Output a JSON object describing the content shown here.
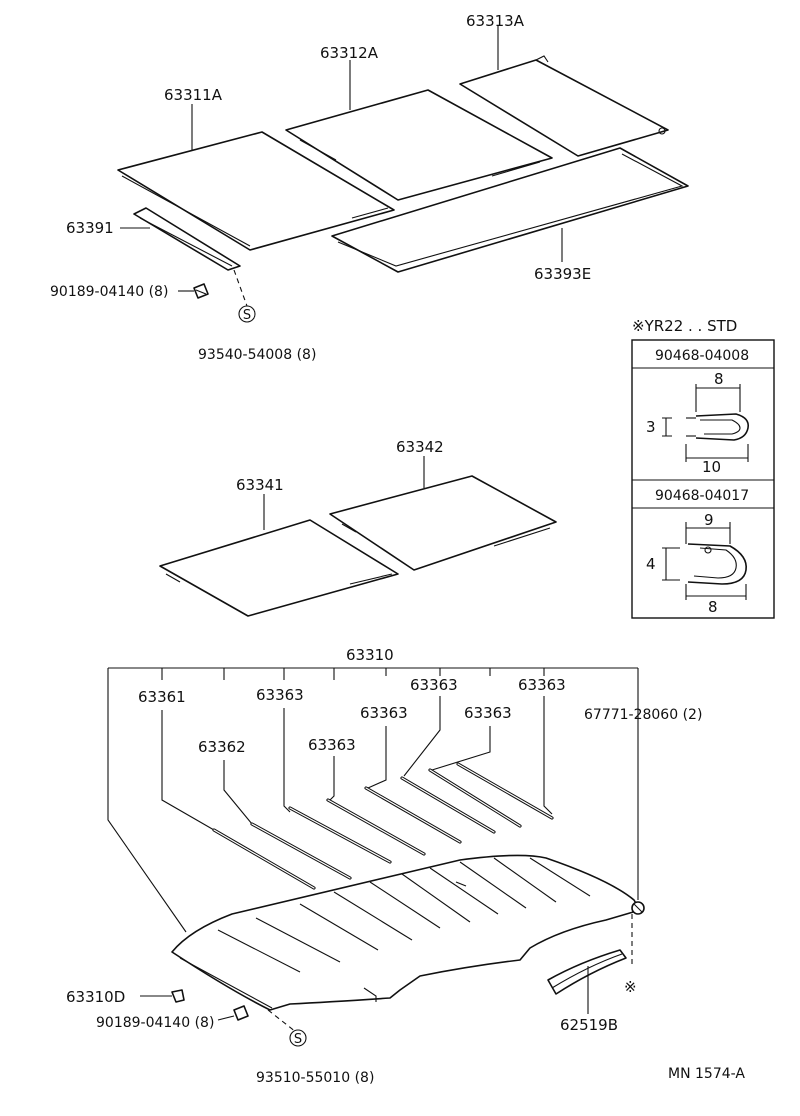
{
  "labels": {
    "p63313A": "63313A",
    "p63312A": "63312A",
    "p63311A": "63311A",
    "p63391": "63391",
    "p63393E": "63393E",
    "bolt_top": "90189-04140 (8)",
    "screw_top": "93540-54008 (8)",
    "p63341": "63341",
    "p63342": "63342",
    "p63310": "63310",
    "p63361": "63361",
    "p63362": "63362",
    "p63363_a": "63363",
    "p63363_b": "63363",
    "p63363_c": "63363",
    "p63363_d": "63363",
    "p63363_e": "63363",
    "p63363_f": "63363",
    "p67771": "67771-28060 (2)",
    "p63310D": "63310D",
    "bolt_bottom": "90189-04140 (8)",
    "screw_bottom": "93510-55010 (8)",
    "p62519B": "62519B",
    "footer_code": "MN 1574-A",
    "s_symbol_top": "S",
    "s_symbol_bottom": "S"
  },
  "inset": {
    "title": "※YR22 . . STD",
    "clip1": {
      "part_no": "90468-04008",
      "dim_top": "8",
      "dim_left": "3",
      "dim_bottom": "10"
    },
    "clip2": {
      "part_no": "90468-04017",
      "dim_top": "9",
      "dim_left": "4",
      "dim_bottom": "8"
    }
  },
  "asterisk": "※"
}
